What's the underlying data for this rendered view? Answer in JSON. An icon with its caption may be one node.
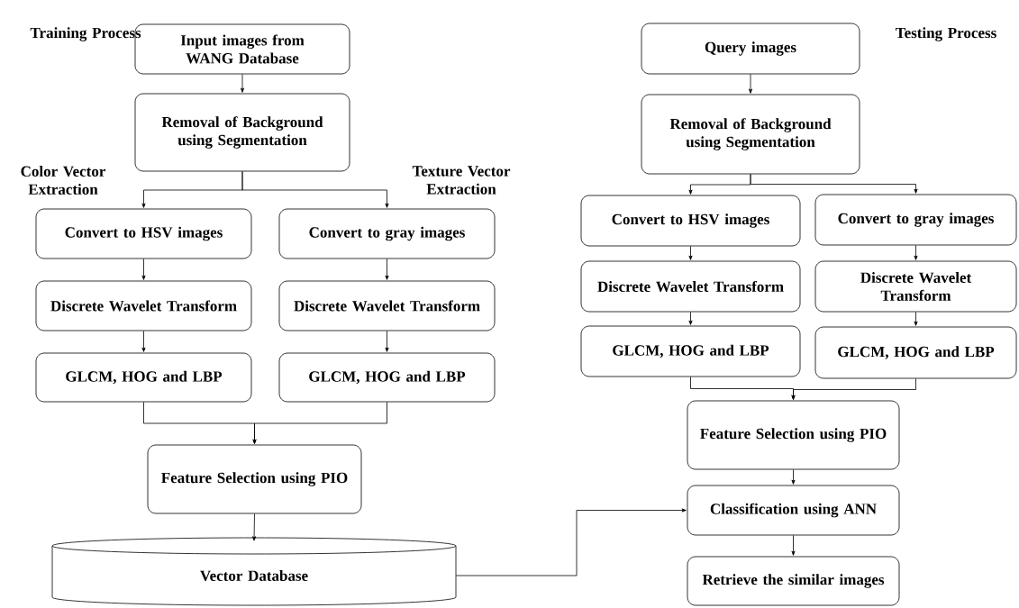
{
  "diagram": {
    "nodes": [
      {
        "text": [
          "Input images from WANG Database"
        ]
      },
      {
        "text": [
          "Removal of Background using Segmentation"
        ]
      },
      {
        "text": [
          "Convert to HSV images"
        ]
      },
      {
        "text": [
          "Convert to gray images"
        ]
      },
      {
        "text": [
          "Discrete Wavelet Transform"
        ]
      },
      {
        "text": [
          "Discrete Wavelet Transform"
        ]
      },
      {
        "text": [
          "GLCM, HOG and LBP"
        ]
      },
      {
        "text": [
          "GLCM, HOG and LBP"
        ]
      },
      {
        "text": [
          "Feature Selection using PIO"
        ]
      },
      {
        "text": [
          "Vector Database"
        ]
      },
      {
        "text": [
          "Query images"
        ]
      },
      {
        "text": [
          "Removal of Background using Segmentation"
        ]
      },
      {
        "text": [
          "Convert to HSV images"
        ]
      },
      {
        "text": [
          "Convert to gray images"
        ]
      },
      {
        "text": [
          "Discrete Wavelet Transform"
        ]
      },
      {
        "text": [
          "Discrete Wavelet Transform"
        ]
      },
      {
        "text": [
          "GLCM, HOG and LBP"
        ]
      },
      {
        "text": [
          "GLCM, HOG and LBP"
        ]
      },
      {
        "text": [
          "Feature Selection using PIO"
        ]
      },
      {
        "text": [
          "Classification using ANN"
        ]
      },
      {
        "text": [
          "Retrieve the similar images"
        ]
      }
    ],
    "edges": [
      {
        "from": 0,
        "to": 1,
        "arrow": "to"
      },
      {
        "from": 1,
        "to": 2,
        "arrow": "to"
      },
      {
        "from": 1,
        "to": 3,
        "arrow": "to"
      },
      {
        "from": 2,
        "to": 4,
        "arrow": "to"
      },
      {
        "from": 3,
        "to": 5,
        "arrow": "to"
      },
      {
        "from": 4,
        "to": 6,
        "arrow": "to"
      },
      {
        "from": 5,
        "to": 7,
        "arrow": "to"
      },
      {
        "from": 6,
        "to": 8,
        "arrow": "to"
      },
      {
        "from": 7,
        "to": 8,
        "arrow": "to"
      },
      {
        "from": 8,
        "to": 9,
        "arrow": "to"
      },
      {
        "from": 10,
        "to": 11,
        "arrow": "to"
      },
      {
        "from": 11,
        "to": 12,
        "arrow": "to"
      },
      {
        "from": 11,
        "to": 13,
        "arrow": "to"
      },
      {
        "from": 12,
        "to": 14,
        "arrow": "to"
      },
      {
        "from": 13,
        "to": 15,
        "arrow": "to"
      },
      {
        "from": 14,
        "to": 16,
        "arrow": "to"
      },
      {
        "from": 15,
        "to": 17,
        "arrow": "to"
      },
      {
        "from": 16,
        "to": 18,
        "arrow": "to"
      },
      {
        "from": 17,
        "to": 18,
        "arrow": "to"
      },
      {
        "from": 18,
        "to": 19,
        "arrow": "to"
      },
      {
        "from": 9,
        "to": 19,
        "arrow": "to"
      },
      {
        "from": 19,
        "to": 20,
        "arrow": "to"
      }
    ],
    "labels": [
      "Training Process",
      "Testing Process",
      "Color Vector Extraction",
      "Texture Vector Extraction"
    ]
  }
}
